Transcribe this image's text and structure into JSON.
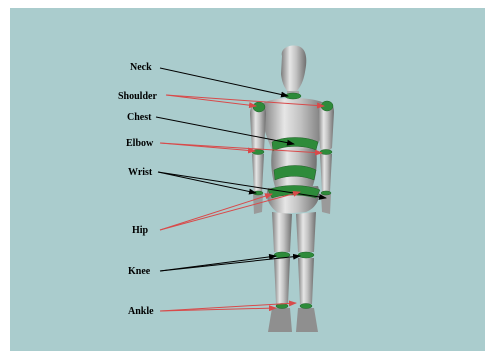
{
  "labels": {
    "neck": "Neck",
    "shoulder": "Shoulder",
    "chest": "Chest",
    "elbow": "Elbow",
    "wrist": "Wrist",
    "hip": "Hip",
    "knee": "Knee",
    "ankle": "Ankle"
  },
  "colors": {
    "background": "#aacccd",
    "joint_ring": "#2e8b3a",
    "arrow_black": "#000000",
    "arrow_red": "#d84a4a",
    "figure_light": "#d9d9d9",
    "figure_dark": "#8a8a8a"
  }
}
